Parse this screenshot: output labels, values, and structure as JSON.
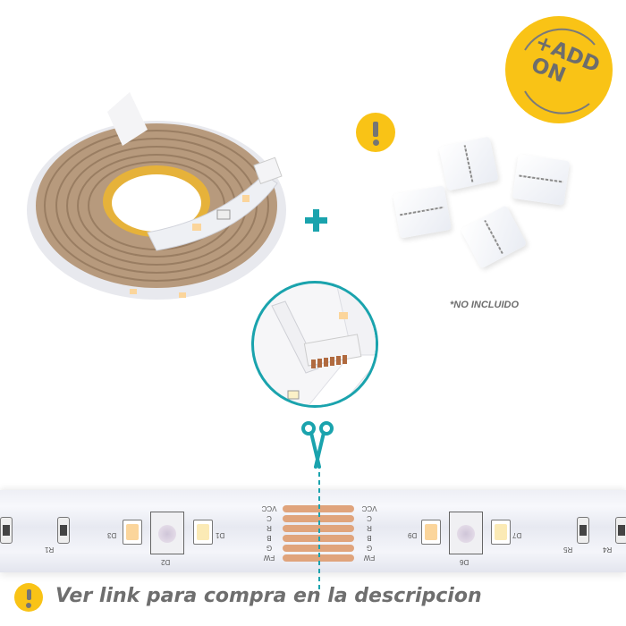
{
  "badge": {
    "line1": "+ADD",
    "line2": "ON",
    "color": "#f9c316",
    "text_color": "#6d6d6d"
  },
  "icons": {
    "warning": "exclamation-circle",
    "plus": "plus",
    "scissors": "scissors"
  },
  "connectors": {
    "note": "*NO INCLUIDO",
    "count": 4
  },
  "strip": {
    "pads": [
      "VCC",
      "C",
      "R",
      "B",
      "G",
      "FW"
    ],
    "components_left": [
      "R1",
      "D3",
      "D2",
      "D1"
    ],
    "components_right": [
      "D9",
      "D6",
      "D7",
      "R5",
      "R4"
    ]
  },
  "footer": {
    "text": "Ver link para compra en la descripcion"
  },
  "colors": {
    "accent": "#1aa3ad",
    "warning": "#f9c316",
    "text": "#6e6e6e",
    "pad": "#e0a47c"
  }
}
